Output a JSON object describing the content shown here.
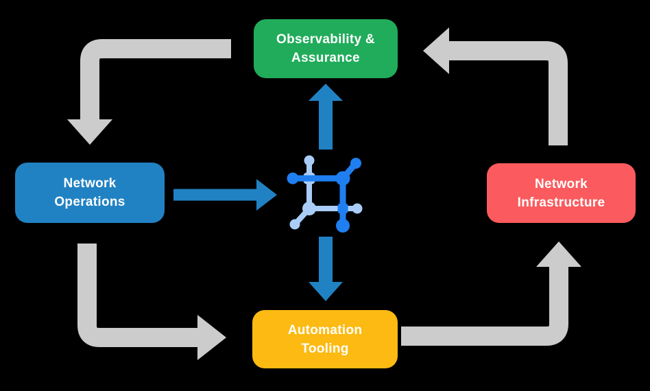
{
  "diagram": {
    "title": "network operations lifecycle diagram",
    "background_color": "#000000",
    "nodes": {
      "top": {
        "label": "Observability &\nAssurance",
        "color": "#21AC5B",
        "text_color": "#FFFFFF"
      },
      "left": {
        "label": "Network\nOperations",
        "color": "#2182C3",
        "text_color": "#FFFFFF"
      },
      "right": {
        "label": "Network\nInfrastructure",
        "color": "#FB5B5E",
        "text_color": "#FFFFFF"
      },
      "bottom": {
        "label": "Automation\nTooling",
        "color": "#FCBA12",
        "text_color": "#FFFFFF"
      }
    },
    "center_icon": {
      "name": "network-mesh-icon",
      "dark_color": "#1F7FF0",
      "light_color": "#A9CDF8"
    },
    "arrows": {
      "gray_color": "#CCCCCC",
      "blue_color": "#2182C3",
      "cycle_arrows": [
        {
          "from": "top",
          "to": "left",
          "style": "gray elbow, arrowhead down"
        },
        {
          "from": "left",
          "to": "bottom",
          "style": "gray elbow, arrowhead right"
        },
        {
          "from": "bottom",
          "to": "right",
          "style": "gray elbow, arrowhead up"
        },
        {
          "from": "right",
          "to": "top",
          "style": "gray elbow, arrowhead left"
        }
      ],
      "center_arrows": [
        {
          "from": "left",
          "to": "center-icon",
          "style": "blue straight, arrowhead right"
        },
        {
          "from": "center-icon",
          "to": "top",
          "style": "blue straight, arrowhead up"
        },
        {
          "from": "center-icon",
          "to": "bottom",
          "style": "blue straight, arrowhead down"
        }
      ]
    }
  }
}
